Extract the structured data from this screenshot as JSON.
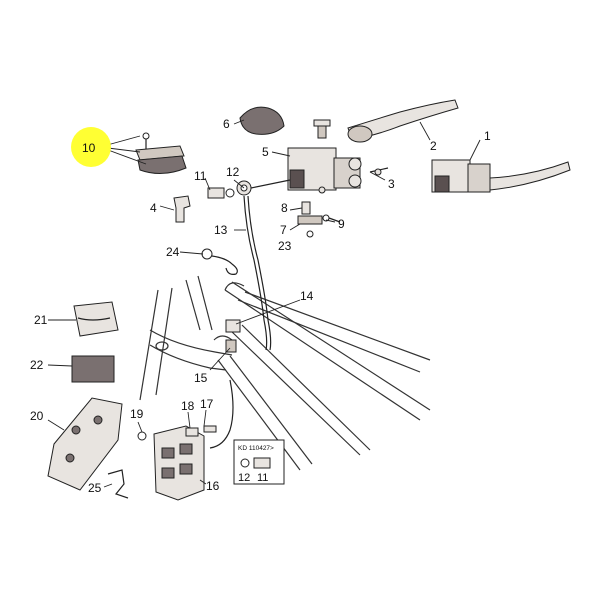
{
  "callouts": {
    "c1": "1",
    "c2": "2",
    "c3": "3",
    "c4": "4",
    "c5": "5",
    "c6": "6",
    "c7": "7",
    "c8": "8",
    "c9": "9",
    "c10": "10",
    "c11": "11",
    "c12": "12",
    "c13": "13",
    "c14": "14",
    "c15": "15",
    "c16": "16",
    "c17": "17",
    "c18": "18",
    "c19": "19",
    "c20": "20",
    "c21": "21",
    "c22": "22",
    "c23": "23",
    "c24": "24",
    "c25": "25"
  },
  "inset": {
    "code": "KD 110427>",
    "label_12": "12",
    "label_11": "11"
  },
  "colors": {
    "highlight": "#ffff33",
    "line": "#222222",
    "part_fill": "#e8e4e0",
    "part_dark": "#5a5050"
  }
}
